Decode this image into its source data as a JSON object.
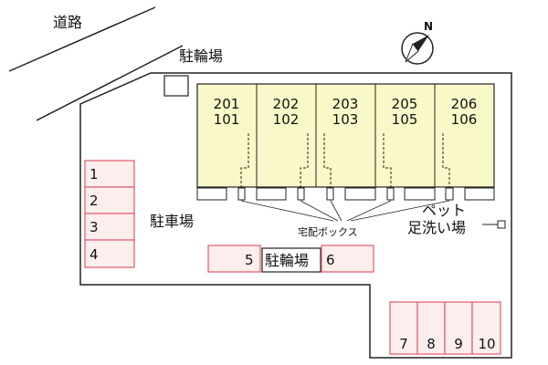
{
  "road_label": "道路",
  "compass_label": "N",
  "bicycle_parking_top": "駐輪場",
  "bicycle_parking_center": "駐輪場",
  "parking_label": "駐車場",
  "delivery_box_label": "宅配ボックス",
  "pet_label_line1": "ペット",
  "pet_label_line2": "足洗い場",
  "units": [
    {
      "upper": "201",
      "lower": "101"
    },
    {
      "upper": "202",
      "lower": "102"
    },
    {
      "upper": "203",
      "lower": "103"
    },
    {
      "upper": "205",
      "lower": "105"
    },
    {
      "upper": "206",
      "lower": "106"
    }
  ],
  "parking_spaces": [
    "1",
    "2",
    "3",
    "4",
    "5",
    "6",
    "7",
    "8",
    "9",
    "10"
  ],
  "colors": {
    "building_fill": "#f9f8c8",
    "parking_fill": "#fdeeee",
    "parking_stroke": "#e05a6a",
    "line": "#222222"
  }
}
